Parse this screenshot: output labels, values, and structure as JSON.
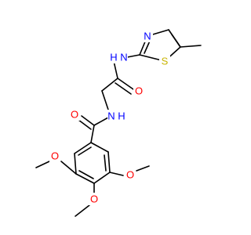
{
  "molecule": {
    "colors": {
      "O": "#ff0000",
      "N": "#0000ff",
      "S": "#c8b400",
      "bond": "#000000"
    },
    "atom_labels": {
      "thiazole_n": "N",
      "thiazole_s": "S",
      "amide_nh_upper": "N",
      "amide_h_upper": "H",
      "amide_o_upper": "O",
      "amide_nh_lower": "N",
      "amide_h_lower": "H",
      "amide_o_lower": "O",
      "methoxy_o_left": "O",
      "methoxy_o_bottom": "O",
      "methoxy_o_right": "O"
    }
  }
}
